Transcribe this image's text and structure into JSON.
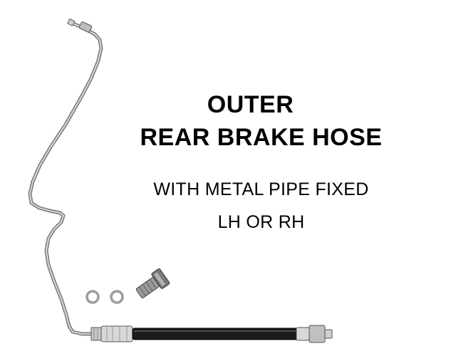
{
  "heading": {
    "line1": "OUTER",
    "line2": "REAR BRAKE HOSE"
  },
  "subheading": {
    "line1": "WITH METAL PIPE FIXED",
    "line2": "LH OR RH"
  },
  "colors": {
    "background": "#ffffff",
    "text": "#000000",
    "pipe": "#8a8a8a",
    "hose": "#1a1a1a"
  },
  "icons": [
    "brake-pipe-icon",
    "brake-hose-icon",
    "banjo-bolt-icon",
    "sealing-washer-icon"
  ]
}
